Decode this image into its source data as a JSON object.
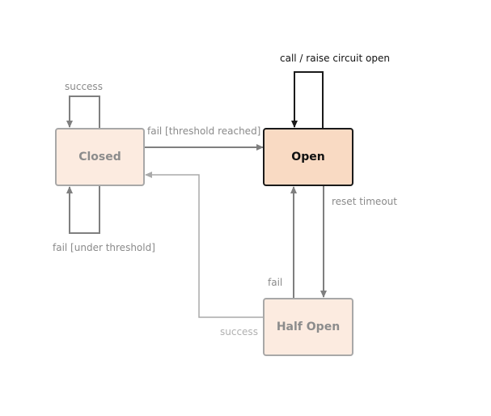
{
  "diagram": {
    "states": {
      "closed": "Closed",
      "open": "Open",
      "half_open": "Half Open"
    },
    "transitions": {
      "closed_success": "success",
      "closed_fail_threshold_reached": "fail [threshold reached]",
      "closed_fail_under_threshold": "fail [under threshold]",
      "open_call": "call / raise circuit open",
      "open_reset_timeout": "reset timeout",
      "half_open_fail": "fail",
      "half_open_success": "success"
    }
  }
}
